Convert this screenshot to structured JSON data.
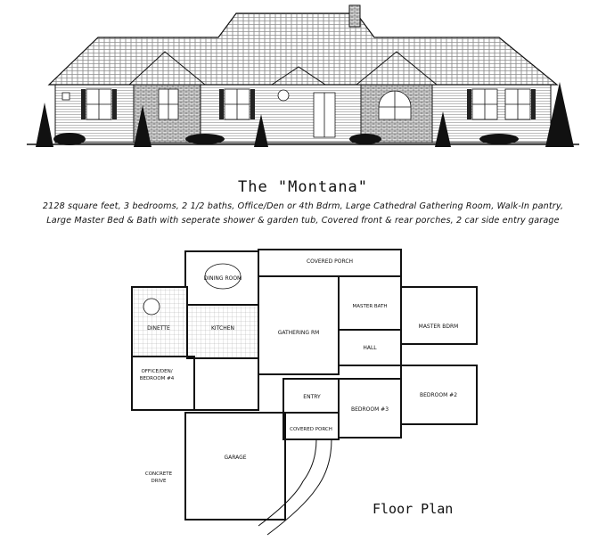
{
  "title": "The \"Montana\"",
  "description_line1": "2128 square feet, 3 bedrooms, 2 1/2 baths, Office/Den or 4th Bdrm, Large Cathedral Gathering Room, Walk-In pantry,",
  "description_line2": "Large Master Bed & Bath with seperate shower & garden tub, Covered front & rear porches, 2 car side entry garage",
  "floor_plan_label": "Floor Plan",
  "rooms": {
    "covered_porch_rear": "COVERED PORCH",
    "dining_room": "DINING ROOM",
    "kitchen": "KITCHEN",
    "dinette": "DINETTE",
    "gathering_rm": "GATHERING RM",
    "master_bath": "MASTER BATH",
    "master_bdrm": "MASTER BDRM",
    "office_den": "OFFICE/DEN/",
    "bedroom_4": "BEDROOM #4",
    "hall": "HALL",
    "bedroom_2": "BEDROOM #2",
    "bedroom_3": "BEDROOM #3",
    "entry": "ENTRY",
    "covered_porch_front": "COVERED PORCH",
    "garage": "GARAGE",
    "concrete": "CONCRETE",
    "drive": "DRIVE"
  }
}
